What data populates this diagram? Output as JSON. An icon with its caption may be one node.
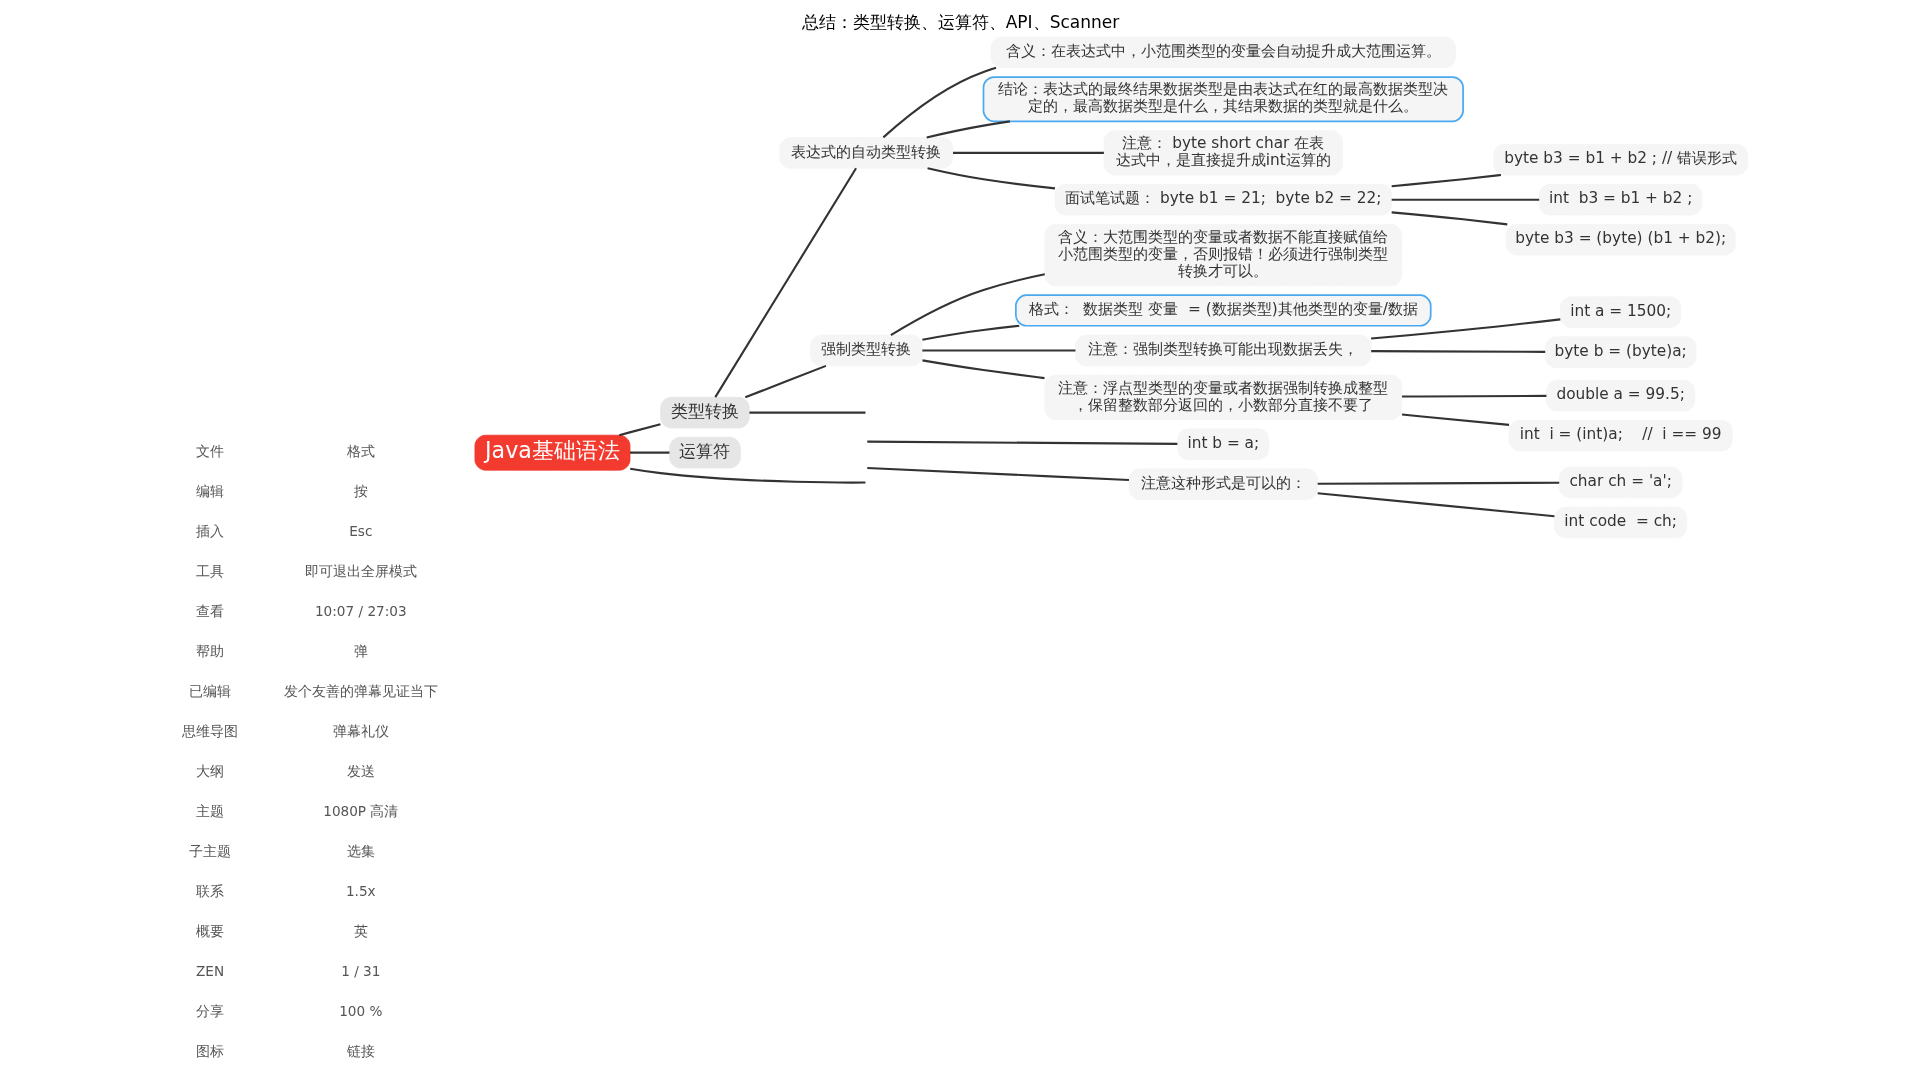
{
  "diagram": {
    "title": "总结：类型转换、运算符、API、Scanner",
    "nodes": [
      {
        "text": [
          "Java基础语法"
        ]
      },
      {
        "text": [
          "类型转换"
        ]
      },
      {
        "text": [
          "int b = a;"
        ]
      },
      {
        "text": [
          "注意这种形式是可以的："
        ]
      },
      {
        "text": [
          "char ch = 'a';"
        ]
      },
      {
        "text": [
          "int code  = ch;"
        ]
      },
      {
        "text": [
          "表达式的自动类型转换"
        ]
      },
      {
        "text": [
          "含义：在表达式中，小范围类型的变量会自动提升成大范围运算。"
        ]
      },
      {
        "text": [
          "结论：表达式的最终结果数据类型是由表达式在红的最高数据类型决定的，最高数据类型是什么，其结果数据的类型就是什么。"
        ]
      },
      {
        "text": [
          "注意： byte short char 在表达式中，是直接提升成int运算的"
        ]
      },
      {
        "text": [
          "面试笔试题： byte b1 = 21;  byte b2 = 22;"
        ]
      },
      {
        "text": [
          "byte b3 = b1 + b2 ; // 错误形式"
        ]
      },
      {
        "text": [
          "int  b3 = b1 + b2 ;"
        ]
      },
      {
        "text": [
          "byte b3 = (byte) (b1 + b2);"
        ]
      },
      {
        "text": [
          "强制类型转换"
        ]
      },
      {
        "text": [
          "含义：大范围类型的变量或者数据不能直接赋值给小范围类型的变量，否则报错！必须进行强制类型转换才可以。"
        ]
      },
      {
        "text": [
          "格式：  数据类型 变量  = (数据类型)其他类型的变量/数据"
        ]
      },
      {
        "text": [
          "注意：强制类型转换可能出现数据丢失，"
        ]
      },
      {
        "text": [
          "int a = 1500;"
        ]
      },
      {
        "text": [
          "byte b = (byte)a;"
        ]
      },
      {
        "text": [
          "注意：浮点型类型的变量或者数据强制转换成整型，保留整数部分返回的，小数部分直接不要了"
        ]
      },
      {
        "text": [
          "double a = 99.5;"
        ]
      },
      {
        "text": [
          "int  i = (int)a;    //  i == 99"
        ]
      },
      {
        "text": [
          "运算符"
        ]
      }
    ],
    "edges": [
      {
        "from": 0,
        "to": 1,
        "arrow": "none"
      },
      {
        "from": 0,
        "to": 23,
        "arrow": "none"
      },
      {
        "from": 0,
        "to": null,
        "arrow": "none"
      },
      {
        "from": 1,
        "to": null,
        "arrow": "none"
      },
      {
        "from": 1,
        "to": 6,
        "arrow": "none"
      },
      {
        "from": 1,
        "to": 14,
        "arrow": "none"
      },
      {
        "from": null,
        "to": 2,
        "arrow": "none"
      },
      {
        "from": null,
        "to": 3,
        "arrow": "none"
      },
      {
        "from": 3,
        "to": 4,
        "arrow": "none"
      },
      {
        "from": 3,
        "to": 5,
        "arrow": "none"
      },
      {
        "from": 6,
        "to": 7,
        "arrow": "none"
      },
      {
        "from": 6,
        "to": 8,
        "arrow": "none"
      },
      {
        "from": 6,
        "to": 9,
        "arrow": "none"
      },
      {
        "from": 6,
        "to": 10,
        "arrow": "none"
      },
      {
        "from": 10,
        "to": 11,
        "arrow": "none"
      },
      {
        "from": 10,
        "to": 12,
        "arrow": "none"
      },
      {
        "from": 10,
        "to": 13,
        "arrow": "none"
      },
      {
        "from": 14,
        "to": 15,
        "arrow": "none"
      },
      {
        "from": 14,
        "to": 16,
        "arrow": "none"
      },
      {
        "from": 14,
        "to": 17,
        "arrow": "none"
      },
      {
        "from": 14,
        "to": 20,
        "arrow": "none"
      },
      {
        "from": 17,
        "to": 18,
        "arrow": "none"
      },
      {
        "from": 17,
        "to": 19,
        "arrow": "none"
      },
      {
        "from": 20,
        "to": 21,
        "arrow": "none"
      },
      {
        "from": 20,
        "to": 22,
        "arrow": "none"
      }
    ],
    "labels": [
      "文件",
      "编辑",
      "插入",
      "工具",
      "查看",
      "帮助",
      "已编辑",
      "思维导图",
      "大纲",
      "主题",
      "子主题",
      "联系",
      "概要",
      "ZEN",
      "分享",
      "图标",
      "格式",
      "按",
      "Esc",
      "即可退出全屏模式",
      "10:07 / 27:03",
      "弹",
      "发个友善的弹幕见证当下",
      "弹幕礼仪",
      "发送",
      "1080P 高清",
      "选集",
      "1.5x",
      "英",
      "1 / 31",
      "100 %",
      "链接"
    ]
  }
}
